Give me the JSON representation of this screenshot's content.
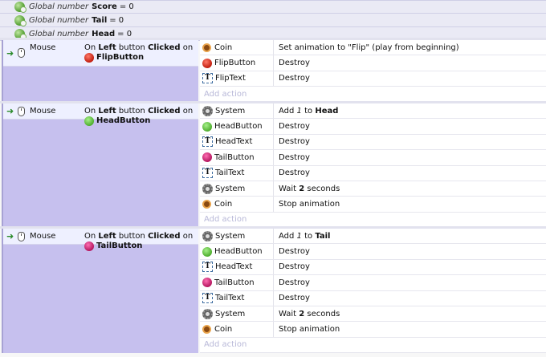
{
  "globals": [
    {
      "kind": "Global number",
      "name": "Score",
      "value": "= 0"
    },
    {
      "kind": "Global number",
      "name": "Tail",
      "value": "= 0"
    },
    {
      "kind": "Global number",
      "name": "Head",
      "value": "= 0"
    }
  ],
  "events": [
    {
      "object": "Mouse",
      "cond_prefix": "On",
      "cond_button": "Left",
      "cond_mid": "button",
      "cond_verb": "Clicked",
      "cond_on": "on",
      "cond_target": "FlipButton",
      "target_color": "red",
      "actions": [
        {
          "icon": "coin",
          "object": "Coin",
          "text": "Set animation to \"Flip\" (play from beginning)"
        },
        {
          "icon": "red",
          "object": "FlipButton",
          "text": "Destroy"
        },
        {
          "icon": "text",
          "object": "FlipText",
          "text": "Destroy"
        }
      ],
      "add_action": "Add action"
    },
    {
      "object": "Mouse",
      "cond_prefix": "On",
      "cond_button": "Left",
      "cond_mid": "button",
      "cond_verb": "Clicked",
      "cond_on": "on",
      "cond_target": "HeadButton",
      "target_color": "green",
      "actions": [
        {
          "icon": "gear",
          "object": "System",
          "text": "Add 1 to Head"
        },
        {
          "icon": "green",
          "object": "HeadButton",
          "text": "Destroy"
        },
        {
          "icon": "text",
          "object": "HeadText",
          "text": "Destroy"
        },
        {
          "icon": "pink",
          "object": "TailButton",
          "text": "Destroy"
        },
        {
          "icon": "text",
          "object": "TailText",
          "text": "Destroy"
        },
        {
          "icon": "gear",
          "object": "System",
          "text": "Wait 2 seconds"
        },
        {
          "icon": "coin",
          "object": "Coin",
          "text": "Stop animation"
        }
      ],
      "add_action": "Add action"
    },
    {
      "object": "Mouse",
      "cond_prefix": "On",
      "cond_button": "Left",
      "cond_mid": "button",
      "cond_verb": "Clicked",
      "cond_on": "on",
      "cond_target": "TailButton",
      "target_color": "pink",
      "actions": [
        {
          "icon": "gear",
          "object": "System",
          "text": "Add 1 to Tail"
        },
        {
          "icon": "green",
          "object": "HeadButton",
          "text": "Destroy"
        },
        {
          "icon": "text",
          "object": "HeadText",
          "text": "Destroy"
        },
        {
          "icon": "pink",
          "object": "TailButton",
          "text": "Destroy"
        },
        {
          "icon": "text",
          "object": "TailText",
          "text": "Destroy"
        },
        {
          "icon": "gear",
          "object": "System",
          "text": "Wait 2 seconds"
        },
        {
          "icon": "coin",
          "object": "Coin",
          "text": "Stop animation"
        }
      ],
      "add_action": "Add action"
    }
  ]
}
